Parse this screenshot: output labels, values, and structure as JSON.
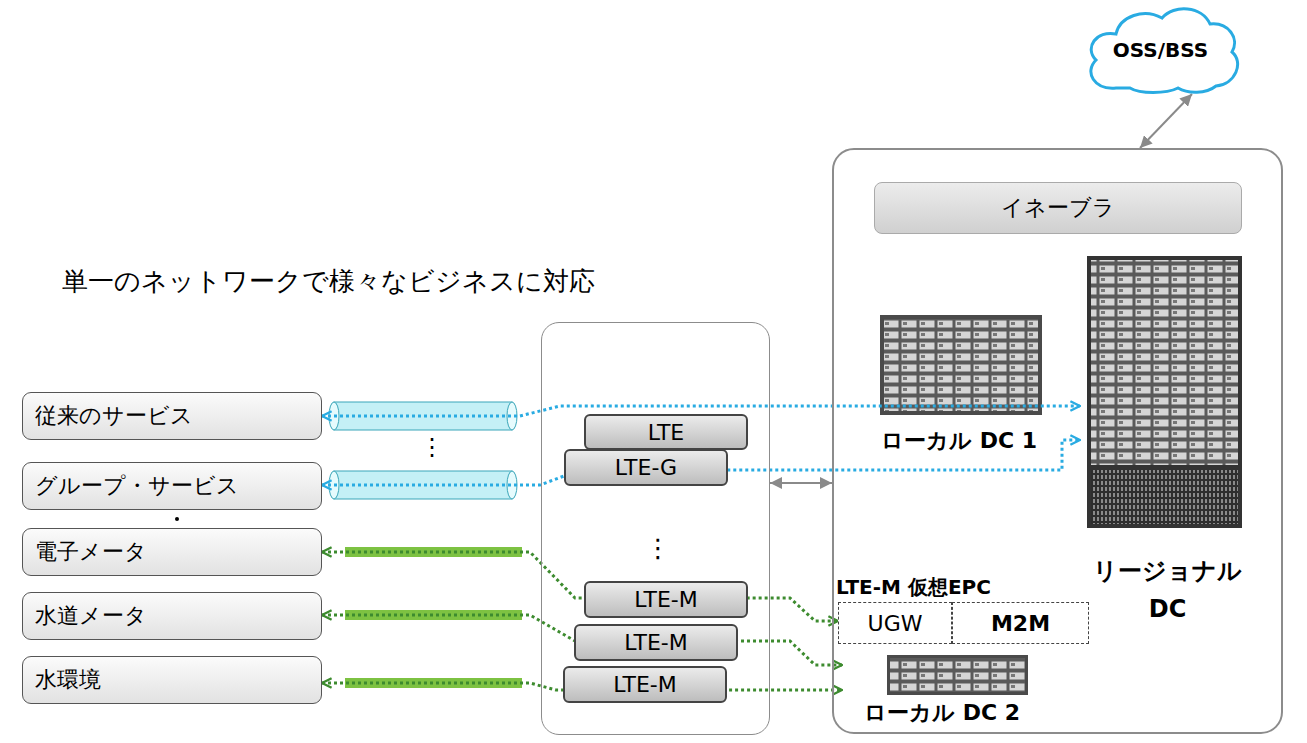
{
  "diagram": {
    "nodes": [
      {
        "text": [
          "OSS/BSS"
        ]
      },
      {
        "text": []
      },
      {
        "text": [
          "イネーブラ"
        ],
        "in": 1
      },
      {
        "text": [
          "ローカル DC 1"
        ],
        "in": 1
      },
      {
        "text": [
          "リージョナル DC"
        ],
        "in": 1
      },
      {
        "text": [
          "UGW"
        ],
        "in": 1
      },
      {
        "text": [
          "M2M"
        ],
        "in": 1
      },
      {
        "text": [
          "ローカル DC 2"
        ],
        "in": 1
      },
      {
        "text": [
          "従来のサービス"
        ]
      },
      {
        "text": [
          "グループ・サービス"
        ]
      },
      {
        "text": [
          "電子メータ"
        ]
      },
      {
        "text": [
          "水道メータ"
        ]
      },
      {
        "text": [
          "水環境"
        ]
      },
      {
        "text": []
      },
      {
        "text": [
          "LTE"
        ],
        "in": 13
      },
      {
        "text": [
          "LTE-G"
        ],
        "in": 13
      },
      {
        "text": [
          "LTE-M"
        ],
        "in": 13
      },
      {
        "text": [
          "LTE-M"
        ],
        "in": 13
      },
      {
        "text": [
          "LTE-M"
        ],
        "in": 13
      }
    ],
    "edges": [
      {
        "from": 0,
        "to": 1,
        "arrow": "both"
      },
      {
        "from": 13,
        "to": 1,
        "arrow": "both"
      },
      {
        "from": 8,
        "to": 4,
        "arrow": "both"
      },
      {
        "from": 9,
        "to": 4,
        "arrow": "both"
      },
      {
        "from": 10,
        "to": 5,
        "arrow": "both"
      },
      {
        "from": 11,
        "to": 7,
        "arrow": "both"
      },
      {
        "from": 12,
        "to": 7,
        "arrow": "both"
      }
    ],
    "labels": [
      "単一のネットワークで様々なビジネスに対応",
      "⋮",
      "⋮",
      "LTE-M 仮想EPC"
    ]
  }
}
